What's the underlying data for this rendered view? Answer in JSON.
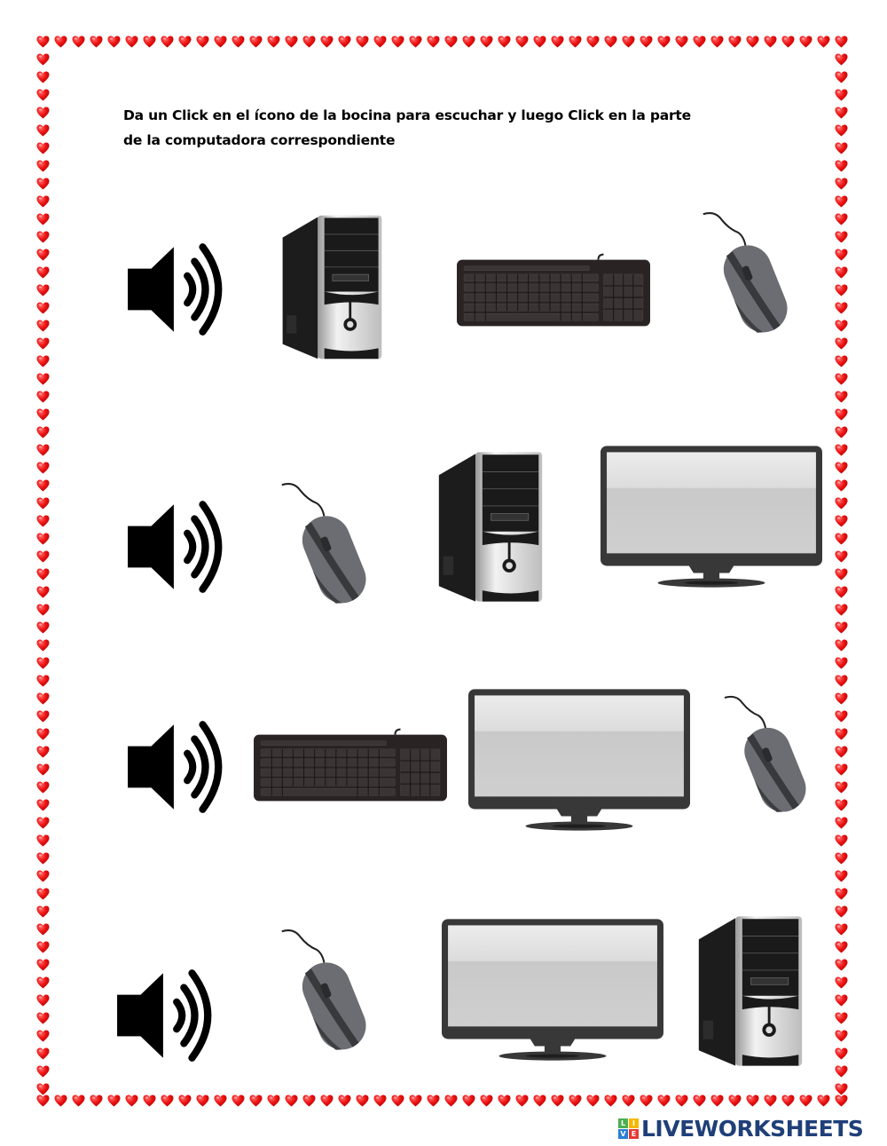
{
  "worksheet": {
    "instructions_line1": "Da un Click en el ícono de la bocina para escuchar y luego Click en la parte",
    "instructions_line2": "de la computadora correspondiente",
    "border": {
      "icon": "heart-icon",
      "color": "#e8141a"
    },
    "rows": [
      {
        "speaker": {
          "icon": "speaker-icon",
          "label": "Reproducir audio 1"
        },
        "options": [
          {
            "icon": "computer-tower-icon",
            "label": "CPU"
          },
          {
            "icon": "keyboard-icon",
            "label": "Teclado"
          },
          {
            "icon": "mouse-icon",
            "label": "Mouse"
          }
        ]
      },
      {
        "speaker": {
          "icon": "speaker-icon",
          "label": "Reproducir audio 2"
        },
        "options": [
          {
            "icon": "mouse-icon",
            "label": "Mouse"
          },
          {
            "icon": "computer-tower-icon",
            "label": "CPU"
          },
          {
            "icon": "monitor-icon",
            "label": "Monitor"
          }
        ]
      },
      {
        "speaker": {
          "icon": "speaker-icon",
          "label": "Reproducir audio 3"
        },
        "options": [
          {
            "icon": "keyboard-icon",
            "label": "Teclado"
          },
          {
            "icon": "monitor-icon",
            "label": "Monitor"
          },
          {
            "icon": "mouse-icon",
            "label": "Mouse"
          }
        ]
      },
      {
        "speaker": {
          "icon": "speaker-icon",
          "label": "Reproducir audio 4"
        },
        "options": [
          {
            "icon": "mouse-icon",
            "label": "Mouse"
          },
          {
            "icon": "monitor-icon",
            "label": "Monitor"
          },
          {
            "icon": "computer-tower-icon",
            "label": "CPU"
          }
        ]
      }
    ]
  },
  "branding": {
    "logo_tiles": [
      "L",
      "I",
      "V",
      "E"
    ],
    "logo_tile_colors": [
      "#4caf50",
      "#f5b800",
      "#2a7fd4",
      "#e53935"
    ],
    "logo_text": "LIVEWORKSHEETS",
    "logo_color": "#1f3f78"
  }
}
